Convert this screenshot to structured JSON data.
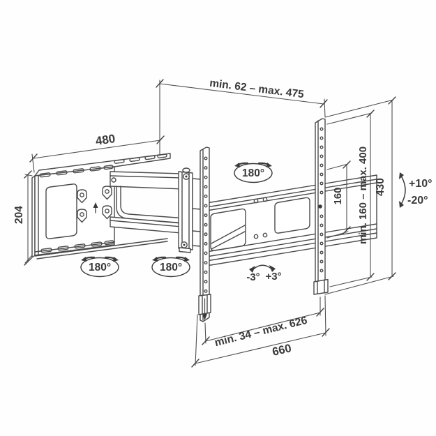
{
  "diagram": {
    "type": "technical-drawing",
    "subject": "articulating TV wall mount bracket with dimension annotations",
    "colors": {
      "line": "#4a4a4a",
      "text": "#3a3a3a",
      "background": "#ffffff"
    },
    "labels": {
      "wall_plate_width": "480",
      "wall_plate_height": "204",
      "extension_depth_range": "min. 62 – max. 475",
      "swivel_arm_top": "180°",
      "swivel_arm_left": "180°",
      "swivel_arm_right": "180°",
      "vesa_vertical": "160",
      "vesa_vertical_range": "min. 160 – max. 400",
      "bracket_height": "430",
      "tilt_up": "+10°",
      "tilt_down": "-20°",
      "level_minus": "-3°",
      "level_plus": "+3°",
      "vesa_horizontal_range": "min. 34 – max. 626",
      "crossbar_width": "660"
    }
  }
}
